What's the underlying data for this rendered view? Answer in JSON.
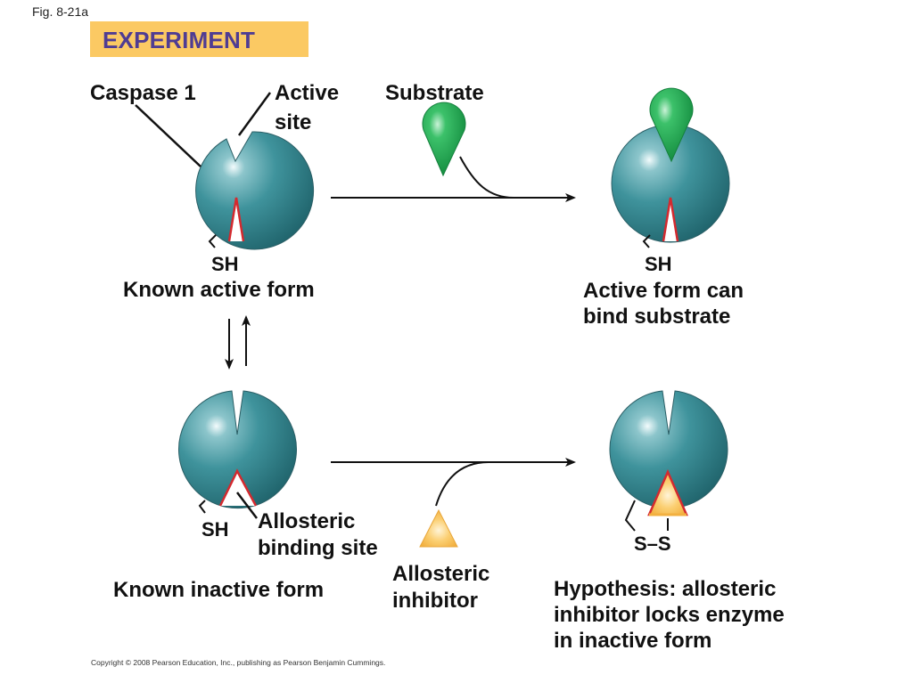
{
  "figure": {
    "label": "Fig. 8-21a",
    "banner": "EXPERIMENT",
    "copyright": "Copyright © 2008 Pearson Education, Inc., publishing as Pearson Benjamin Cummings."
  },
  "labels": {
    "caspase": "Caspase 1",
    "active_site_1": "Active",
    "active_site_2": "site",
    "substrate": "Substrate",
    "sh_top_left": "SH",
    "sh_top_right": "SH",
    "sh_bottom_left": "SH",
    "ss_bottom_right": "S–S",
    "known_active": "Known active form",
    "active_bind_1": "Active form can",
    "active_bind_2": "bind substrate",
    "allosteric_site_1": "Allosteric",
    "allosteric_site_2": "binding site",
    "inhibitor_1": "Allosteric",
    "inhibitor_2": "inhibitor",
    "known_inactive": "Known inactive form",
    "hypothesis_1": "Hypothesis: allosteric",
    "hypothesis_2": "inhibitor locks enzyme",
    "hypothesis_3": "in inactive form"
  },
  "colors": {
    "enzyme": "#3d8f98",
    "substrate": "#1fa84f",
    "inhibitor": "#f7c35c",
    "site_outline": "#d42a2f",
    "banner_bg": "#fbc963",
    "banner_text": "#4f3c93"
  }
}
